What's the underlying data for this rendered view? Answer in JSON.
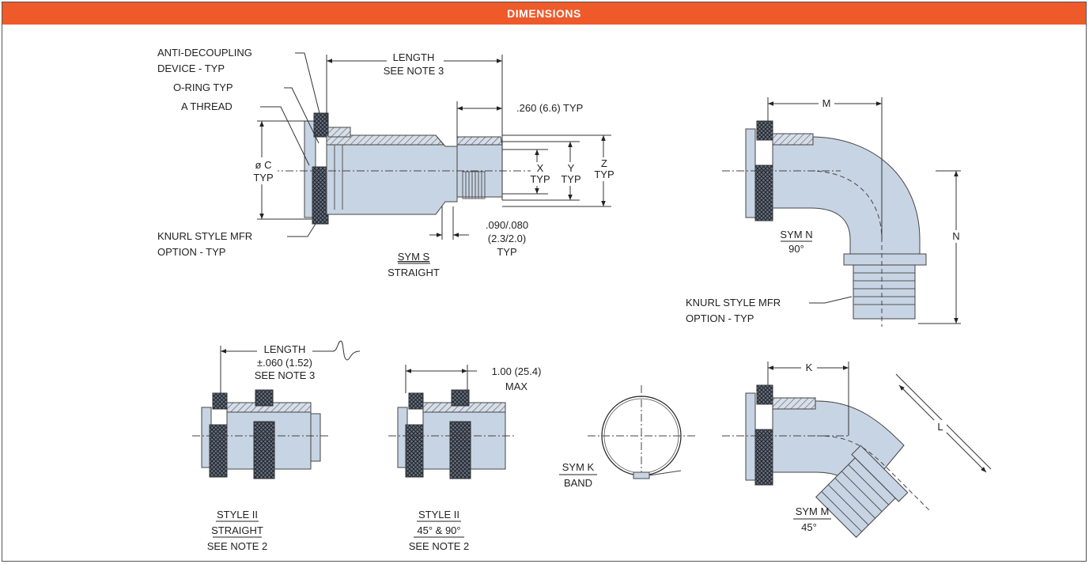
{
  "header": {
    "title": "DIMENSIONS"
  },
  "sym_s": {
    "anti_decoupling_1": "ANTI-DECOUPLING",
    "anti_decoupling_2": "DEVICE - TYP",
    "o_ring": "O-RING TYP",
    "a_thread": "A THREAD",
    "dia_c_1": "ø C",
    "dia_c_2": "TYP",
    "length_1": "LENGTH",
    "length_2": "SEE NOTE 3",
    "bead": ".260 (6.6) TYP",
    "x_1": "X",
    "x_2": "TYP",
    "y_1": "Y",
    "y_2": "TYP",
    "z_1": "Z",
    "z_2": "TYP",
    "gap_1": ".090/.080",
    "gap_2": "(2.3/2.0)",
    "gap_3": "TYP",
    "knurl_1": "KNURL STYLE MFR",
    "knurl_2": "OPTION - TYP",
    "sym_label": "SYM S",
    "sym_desc": "STRAIGHT"
  },
  "sym_n": {
    "m": "M",
    "n": "N",
    "sym_label": "SYM N",
    "sym_desc": "90°",
    "knurl_1": "KNURL STYLE MFR",
    "knurl_2": "OPTION - TYP"
  },
  "style2_straight": {
    "length_1": "LENGTH",
    "length_2": "±.060 (1.52)",
    "length_3": "SEE NOTE 3",
    "label": "STYLE II",
    "desc_1": "STRAIGHT",
    "desc_2": "SEE NOTE 2"
  },
  "style2_bent": {
    "max_1": "1.00 (25.4)",
    "max_2": "MAX",
    "label": "STYLE II",
    "desc_1": "45° & 90°",
    "desc_2": "SEE NOTE 2"
  },
  "sym_k": {
    "label": "SYM K",
    "desc": "BAND"
  },
  "sym_m": {
    "k": "K",
    "l": "L",
    "label": "SYM M",
    "desc": "45°"
  }
}
